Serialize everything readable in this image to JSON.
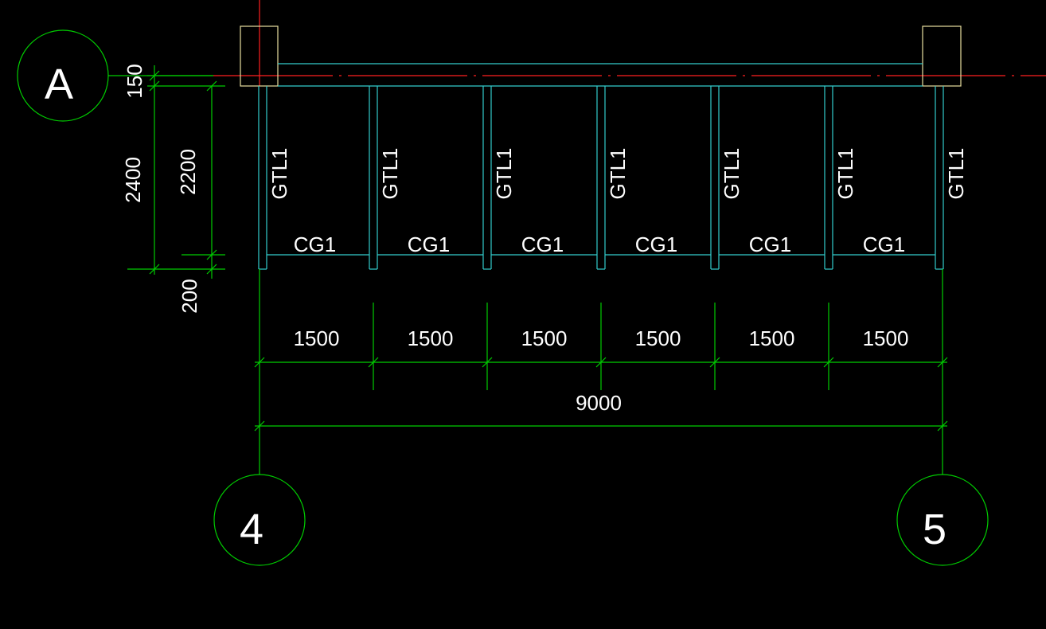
{
  "colors": {
    "background": "#000000",
    "beam": "#33cccc",
    "dimension": "#00cc00",
    "centerline": "#ff2020",
    "column": "#e8e0a0",
    "text": "#ffffff"
  },
  "axes": {
    "row_label": "A",
    "col_left_label": "4",
    "col_right_label": "5"
  },
  "members": {
    "post_label": "GTL1",
    "beam_label": "CG1",
    "post_count": 7,
    "beam_count": 6
  },
  "dimensions": {
    "bay_widths": [
      "1500",
      "1500",
      "1500",
      "1500",
      "1500",
      "1500"
    ],
    "total_width": "9000",
    "left_vertical": [
      "150",
      "2400",
      "2200",
      "200"
    ]
  }
}
